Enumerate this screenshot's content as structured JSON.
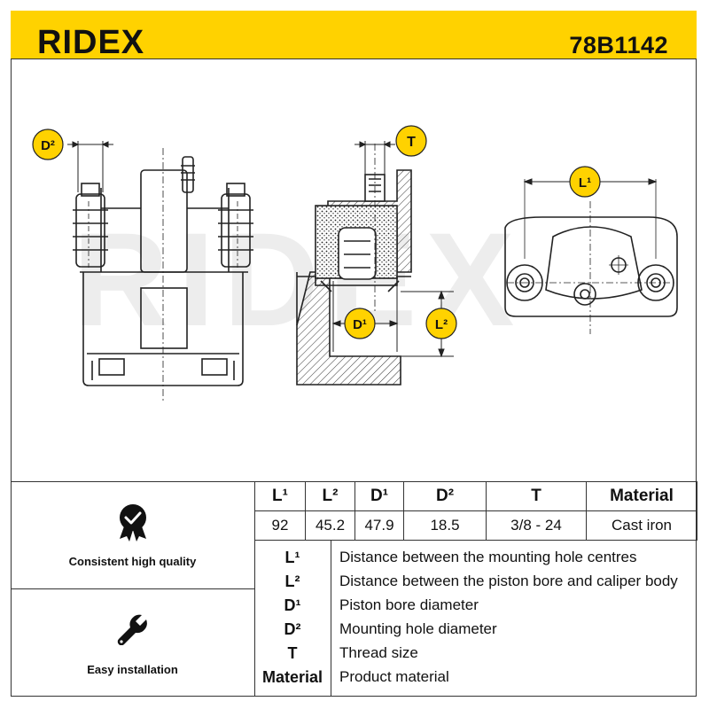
{
  "header": {
    "brand": "RIDEX",
    "part_number": "78B1142",
    "accent_color": "#ffd200"
  },
  "watermark": "RIDEX",
  "diagram": {
    "callouts": [
      "D²",
      "T",
      "L¹",
      "D¹",
      "L²"
    ]
  },
  "features": [
    {
      "icon": "quality-badge-icon",
      "label": "Consistent high quality"
    },
    {
      "icon": "wrench-icon",
      "label": "Easy installation"
    }
  ],
  "spec_table": {
    "headers": [
      "L¹",
      "L²",
      "D¹",
      "D²",
      "T",
      "Material"
    ],
    "values": [
      "92",
      "45.2",
      "47.9",
      "18.5",
      "3/8 - 24",
      "Cast iron"
    ]
  },
  "legend": [
    {
      "symbol": "L¹",
      "description": "Distance between the mounting hole centres"
    },
    {
      "symbol": "L²",
      "description": "Distance between the piston bore and caliper body"
    },
    {
      "symbol": "D¹",
      "description": "Piston bore diameter"
    },
    {
      "symbol": "D²",
      "description": "Mounting hole diameter"
    },
    {
      "symbol": "T",
      "description": "Thread size"
    },
    {
      "symbol": "Material",
      "description": "Product material"
    }
  ]
}
